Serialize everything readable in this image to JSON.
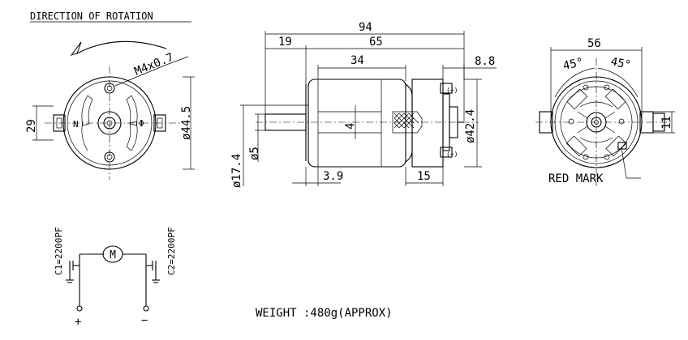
{
  "title": "DIRECTION OF ROTATION",
  "thread": "M4x0.7",
  "dims": {
    "width_29": "29",
    "dia_44_5": "ø44.5",
    "overall_94": "94",
    "d19": "19",
    "d65": "65",
    "d34": "34",
    "d8_8": "8.8",
    "d4": "4",
    "dia_42_4": "ø42.4",
    "dia_5": "ø5",
    "dia_17_4": "ø17.4",
    "d3_9": "3.9",
    "d15": "15",
    "d56": "56",
    "angle_a": "45°",
    "angle_b": "45°",
    "d11": "11"
  },
  "red_mark": "RED MARK",
  "circuit": {
    "c1": "C1=2200PF",
    "c2": "C2=2200PF",
    "motor": "M",
    "plus": "+",
    "minus": "−"
  },
  "weight": "WEIGHT :480g(APPROX)"
}
